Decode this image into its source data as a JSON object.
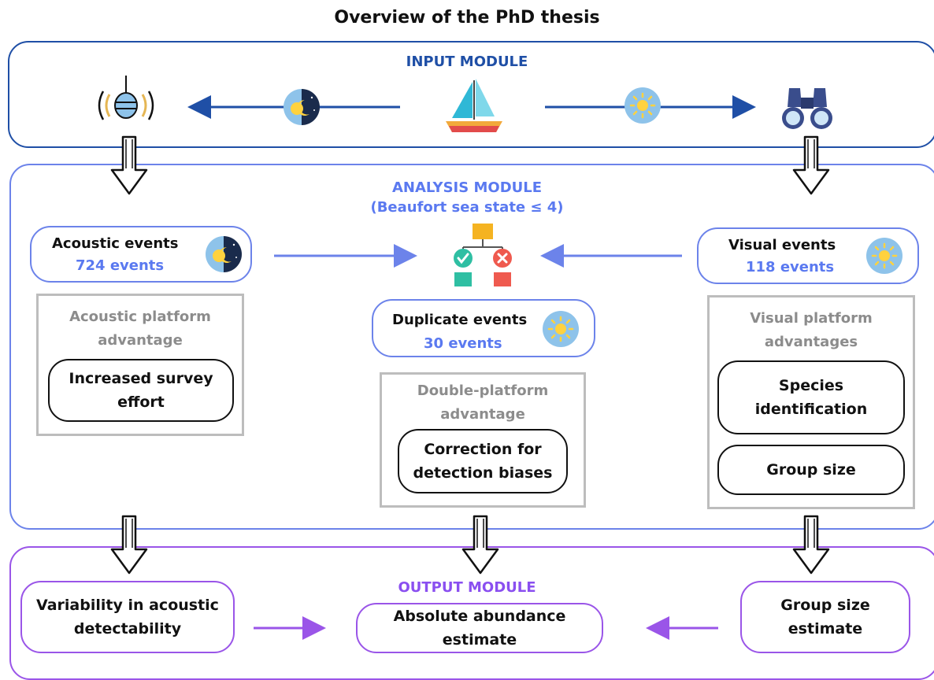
{
  "title": "Overview of the PhD thesis",
  "input_module": {
    "label": "INPUT MODULE"
  },
  "analysis_module": {
    "label": "ANALYSIS MODULE",
    "sublabel": "(Beaufort sea state ≤ 4)"
  },
  "output_module": {
    "label": "OUTPUT MODULE"
  },
  "acoustic_events": {
    "name": "Acoustic events",
    "count": "724 events"
  },
  "visual_events": {
    "name": "Visual events",
    "count": "118 events"
  },
  "duplicate_events": {
    "name": "Duplicate events",
    "count": "30 events"
  },
  "acoustic_advantage": {
    "title": "Acoustic platform advantage",
    "items": [
      "Increased survey effort"
    ]
  },
  "double_advantage": {
    "title": "Double-platform advantage",
    "items": [
      "Correction for detection biases"
    ]
  },
  "visual_advantage": {
    "title": "Visual platform advantages",
    "items": [
      "Species identification",
      "Group size"
    ]
  },
  "outputs": {
    "acoustic": "Variability in acoustic detectability",
    "abundance": "Absolute abundance estimate",
    "group": "Group size estimate"
  },
  "icons": [
    "hydrophone-icon",
    "day-night-icon",
    "sailboat-icon",
    "sun-icon",
    "binoculars-icon",
    "decision-flow-icon"
  ],
  "colors": {
    "input": "#1f4fa6",
    "analysis": "#6c83ea",
    "output": "#9a55e8",
    "grey": "#bdbdbd",
    "icon_bg": "#8ec3ea",
    "sun": "#ffd23f",
    "night": "#1a2b4c"
  }
}
